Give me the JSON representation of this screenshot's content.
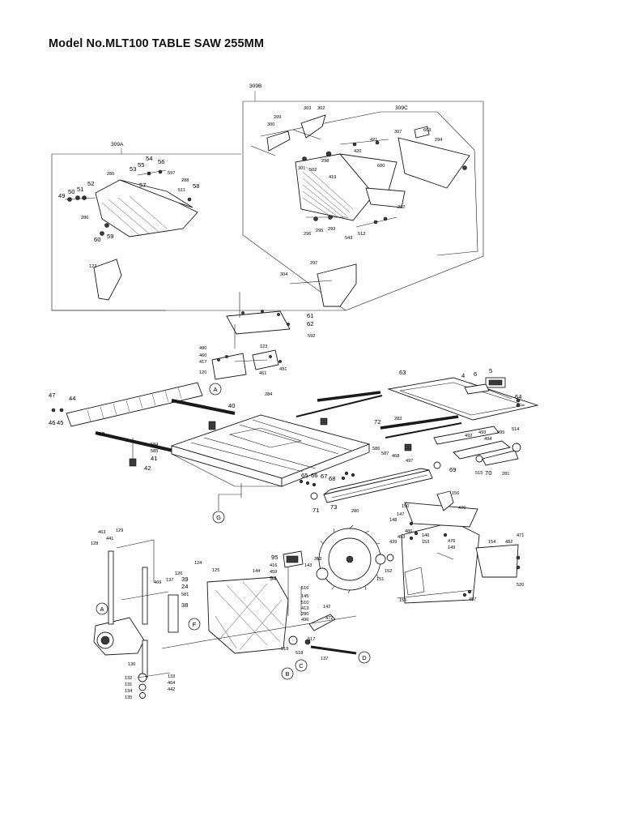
{
  "title": "Model No.MLT100 TABLE SAW 255MM",
  "groups": [
    {
      "id": "309A",
      "label": "309A"
    },
    {
      "id": "309B",
      "label": "309B"
    },
    {
      "id": "309C",
      "label": "309C"
    }
  ],
  "callouts": [
    {
      "id": "A",
      "label": "A"
    },
    {
      "id": "A2",
      "label": "A"
    },
    {
      "id": "B",
      "label": "B"
    },
    {
      "id": "C",
      "label": "C"
    },
    {
      "id": "D",
      "label": "D"
    },
    {
      "id": "F",
      "label": "F"
    },
    {
      "id": "G",
      "label": "G"
    }
  ],
  "part_labels": [
    {
      "text": "299"
    },
    {
      "text": "300"
    },
    {
      "text": "303"
    },
    {
      "text": "302"
    },
    {
      "text": "307"
    },
    {
      "text": "603"
    },
    {
      "text": "421"
    },
    {
      "text": "420"
    },
    {
      "text": "294"
    },
    {
      "text": "298"
    },
    {
      "text": "301"
    },
    {
      "text": "502"
    },
    {
      "text": "419"
    },
    {
      "text": "600"
    },
    {
      "text": "292"
    },
    {
      "text": "296"
    },
    {
      "text": "295"
    },
    {
      "text": "293"
    },
    {
      "text": "543"
    },
    {
      "text": "512"
    },
    {
      "text": "297"
    },
    {
      "text": "304"
    },
    {
      "text": "54"
    },
    {
      "text": "53"
    },
    {
      "text": "55"
    },
    {
      "text": "56"
    },
    {
      "text": "597"
    },
    {
      "text": "285"
    },
    {
      "text": "52"
    },
    {
      "text": "57"
    },
    {
      "text": "288"
    },
    {
      "text": "511"
    },
    {
      "text": "58"
    },
    {
      "text": "49"
    },
    {
      "text": "50"
    },
    {
      "text": "51"
    },
    {
      "text": "286"
    },
    {
      "text": "60"
    },
    {
      "text": "59"
    },
    {
      "text": "122"
    },
    {
      "text": "61"
    },
    {
      "text": "62"
    },
    {
      "text": "592"
    },
    {
      "text": "490"
    },
    {
      "text": "460"
    },
    {
      "text": "417"
    },
    {
      "text": "123"
    },
    {
      "text": "120"
    },
    {
      "text": "461"
    },
    {
      "text": "491"
    },
    {
      "text": "47"
    },
    {
      "text": "44"
    },
    {
      "text": "46"
    },
    {
      "text": "45"
    },
    {
      "text": "43"
    },
    {
      "text": "284"
    },
    {
      "text": "40"
    },
    {
      "text": "584"
    },
    {
      "text": "585"
    },
    {
      "text": "41"
    },
    {
      "text": "42"
    },
    {
      "text": "63"
    },
    {
      "text": "4"
    },
    {
      "text": "6"
    },
    {
      "text": "5"
    },
    {
      "text": "64"
    },
    {
      "text": "72"
    },
    {
      "text": "283"
    },
    {
      "text": "586"
    },
    {
      "text": "587"
    },
    {
      "text": "468"
    },
    {
      "text": "497"
    },
    {
      "text": "492"
    },
    {
      "text": "493"
    },
    {
      "text": "494"
    },
    {
      "text": "495"
    },
    {
      "text": "514"
    },
    {
      "text": "515"
    },
    {
      "text": "70"
    },
    {
      "text": "281"
    },
    {
      "text": "69"
    },
    {
      "text": "65"
    },
    {
      "text": "66"
    },
    {
      "text": "67"
    },
    {
      "text": "68"
    },
    {
      "text": "71"
    },
    {
      "text": "73"
    },
    {
      "text": "280"
    },
    {
      "text": "156"
    },
    {
      "text": "150"
    },
    {
      "text": "470"
    },
    {
      "text": "147"
    },
    {
      "text": "148"
    },
    {
      "text": "486"
    },
    {
      "text": "146"
    },
    {
      "text": "453"
    },
    {
      "text": "153"
    },
    {
      "text": "476"
    },
    {
      "text": "149"
    },
    {
      "text": "439"
    },
    {
      "text": "154"
    },
    {
      "text": "482"
    },
    {
      "text": "471"
    },
    {
      "text": "520"
    },
    {
      "text": "155"
    },
    {
      "text": "487"
    },
    {
      "text": "463"
    },
    {
      "text": "129"
    },
    {
      "text": "128"
    },
    {
      "text": "441"
    },
    {
      "text": "124"
    },
    {
      "text": "125"
    },
    {
      "text": "126"
    },
    {
      "text": "469"
    },
    {
      "text": "137"
    },
    {
      "text": "39"
    },
    {
      "text": "24"
    },
    {
      "text": "581"
    },
    {
      "text": "38"
    },
    {
      "text": "144"
    },
    {
      "text": "95"
    },
    {
      "text": "416"
    },
    {
      "text": "459"
    },
    {
      "text": "94"
    },
    {
      "text": "143"
    },
    {
      "text": "516"
    },
    {
      "text": "313"
    },
    {
      "text": "152"
    },
    {
      "text": "151"
    },
    {
      "text": "145"
    },
    {
      "text": "510"
    },
    {
      "text": "413"
    },
    {
      "text": "280"
    },
    {
      "text": "496"
    },
    {
      "text": "142"
    },
    {
      "text": "472"
    },
    {
      "text": "519"
    },
    {
      "text": "517"
    },
    {
      "text": "518"
    },
    {
      "text": "137"
    },
    {
      "text": "130"
    },
    {
      "text": "132"
    },
    {
      "text": "133"
    },
    {
      "text": "131"
    },
    {
      "text": "464"
    },
    {
      "text": "134"
    },
    {
      "text": "442"
    },
    {
      "text": "135"
    }
  ]
}
